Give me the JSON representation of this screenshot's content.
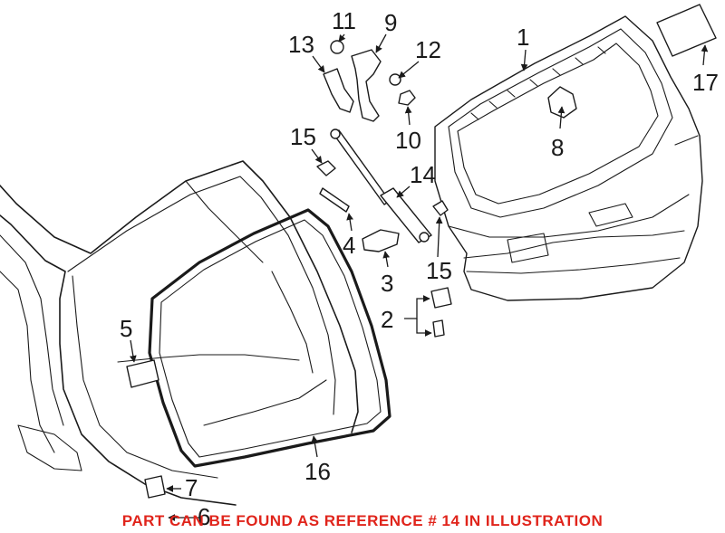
{
  "callouts": {
    "c1": "1",
    "c2": "2",
    "c3": "3",
    "c4": "4",
    "c5": "5",
    "c6": "6",
    "c7": "7",
    "c8": "8",
    "c9": "9",
    "c10": "10",
    "c11": "11",
    "c12": "12",
    "c13": "13",
    "c14": "14",
    "c15a": "15",
    "c15b": "15",
    "c16": "16",
    "c17": "17"
  },
  "note": {
    "text": "PART CAN BE FOUND AS REFERENCE # 14 IN ILLUSTRATION",
    "color": "#e0241b"
  }
}
